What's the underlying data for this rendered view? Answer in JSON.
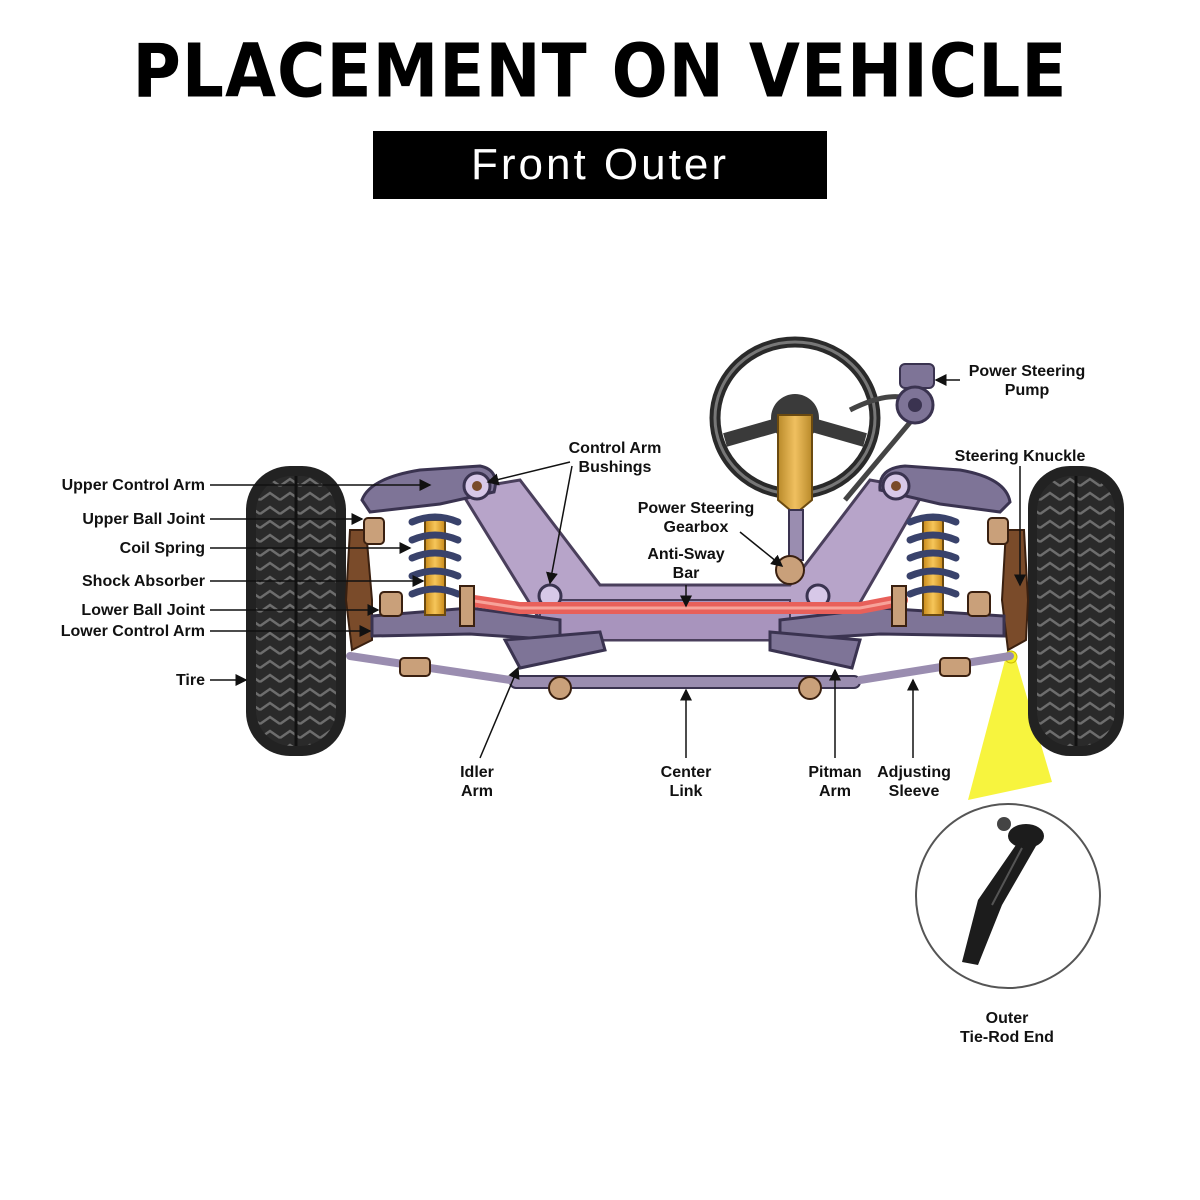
{
  "title": "PLACEMENT ON VEHICLE",
  "subtitle": "Front Outer",
  "labels": {
    "upper_control_arm": "Upper Control Arm",
    "upper_ball_joint": "Upper Ball Joint",
    "coil_spring": "Coil Spring",
    "shock_absorber": "Shock Absorber",
    "lower_ball_joint": "Lower Ball Joint",
    "lower_control_arm": "Lower Control Arm",
    "tire": "Tire",
    "control_arm_bushings": [
      "Control Arm",
      "Bushings"
    ],
    "power_steering_gearbox": [
      "Power Steering",
      "Gearbox"
    ],
    "anti_sway_bar": [
      "Anti-Sway",
      "Bar"
    ],
    "power_steering_pump": [
      "Power Steering",
      "Pump"
    ],
    "steering_knuckle": "Steering Knuckle",
    "idler_arm": [
      "Idler",
      "Arm"
    ],
    "center_link": [
      "Center",
      "Link"
    ],
    "pitman_arm": [
      "Pitman",
      "Arm"
    ],
    "adjusting_sleeve": [
      "Adjusting",
      "Sleeve"
    ],
    "outer_tie_rod_end": [
      "Outer",
      "Tie-Rod End"
    ]
  },
  "colors": {
    "frame": "#b7a4c9",
    "arm": "#7e7497",
    "anti_sway": "#e8605a",
    "spring": "#39426b",
    "shock": "#f2b23a",
    "tire": "#2a2a2a",
    "highlight": "#f6f21c"
  }
}
